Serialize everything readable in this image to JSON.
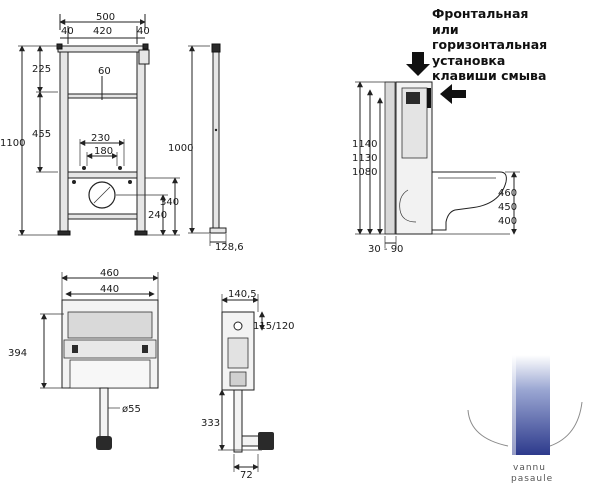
{
  "caption": {
    "lines": [
      "Фронтальная",
      "или",
      "горизонтальная",
      "установка",
      "клавиши смыва"
    ]
  },
  "front_view": {
    "width_total": "500",
    "inset_left": "40",
    "inset_right": "40",
    "inner_width": "420",
    "top_offset": "225",
    "height_total": "1100",
    "bar_height": "60",
    "mid_height": "455",
    "bolt_spacing": "230",
    "inner_spacing": "180",
    "drain_340": "340",
    "drain_240": "240"
  },
  "side_view": {
    "height": "1000",
    "depth": "128,6"
  },
  "installed_view": {
    "height_1140": "1140",
    "height_1130": "1130",
    "height_1080": "1080",
    "seat_460": "460",
    "seat_450": "450",
    "seat_400": "400",
    "gap": "30 - 90"
  },
  "plan_view": {
    "width_460": "460",
    "width_440": "440",
    "height_394": "394",
    "pipe": "ø55"
  },
  "section_view": {
    "width_140": "140,5",
    "offset": "115/120",
    "height_333": "333",
    "width_72": "72"
  },
  "logo": {
    "line1": "vannu",
    "line2": "pasaule"
  }
}
